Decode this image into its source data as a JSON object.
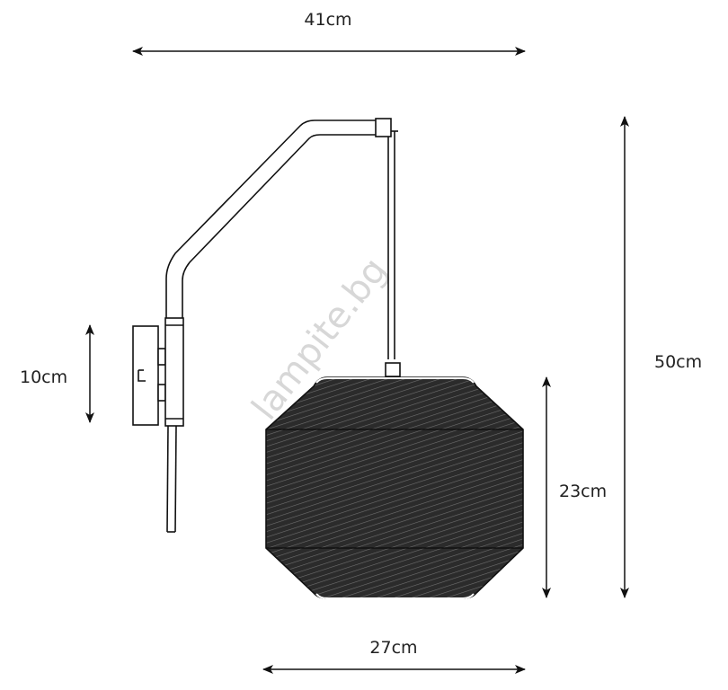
{
  "dimensions": {
    "width_total": "41cm",
    "height_total": "50cm",
    "shade_height": "23cm",
    "shade_width": "27cm",
    "mount_height": "10cm"
  },
  "watermark": "lampite.bg",
  "colors": {
    "line": "#111111",
    "shade_fill": "#2b2b2b",
    "shade_stripe": "#777777"
  }
}
